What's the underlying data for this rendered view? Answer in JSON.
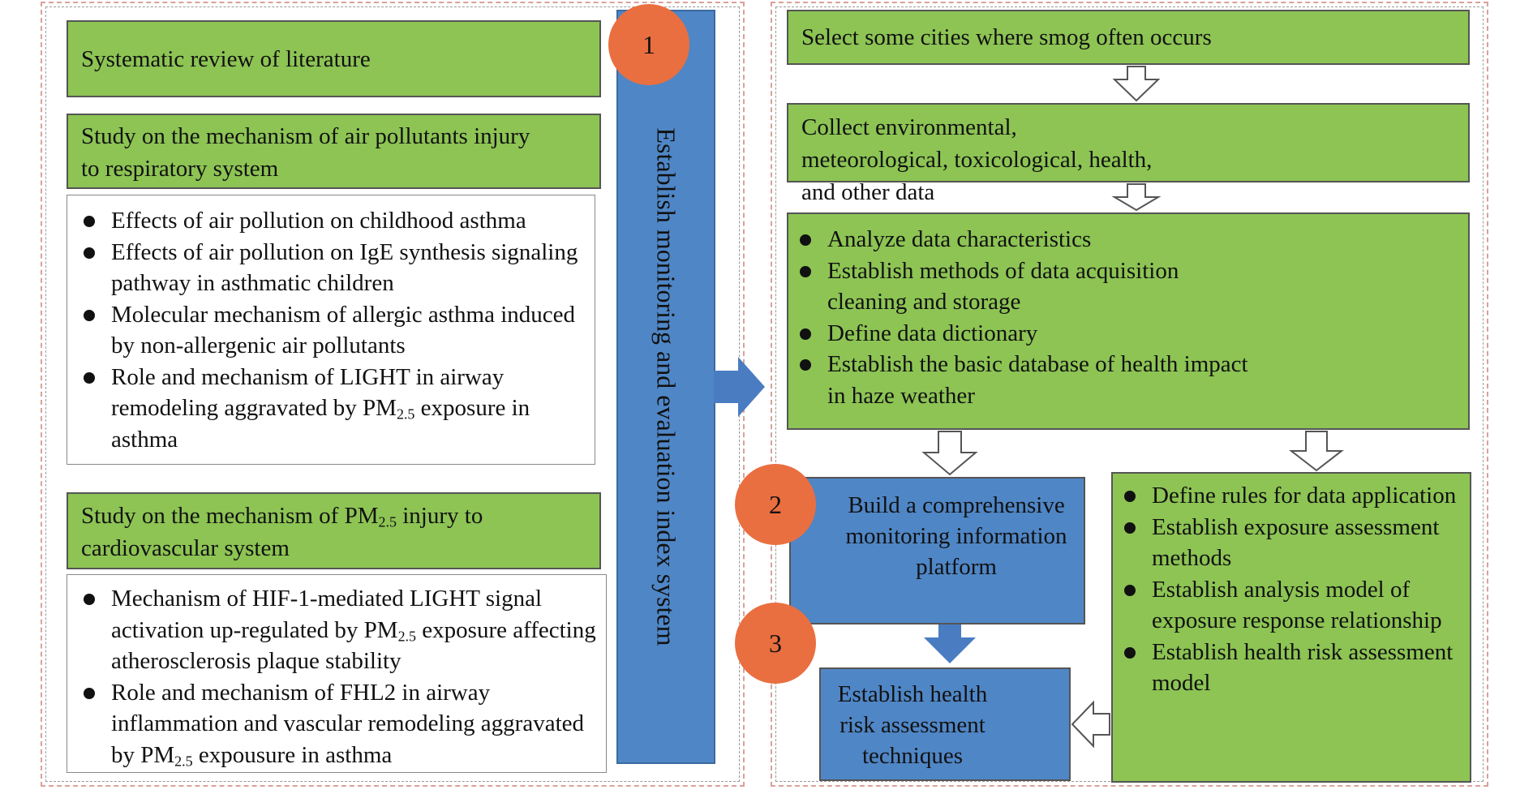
{
  "left_column": {
    "review_title": "Systematic review of literature",
    "respiratory": {
      "title": "Study on the mechanism of air pollutants injury to respiratory system",
      "items": [
        "Effects of air pollution on childhood asthma",
        "Effects of air pollution on IgE synthesis signaling pathway in asthmatic children",
        "Molecular mechanism of allergic asthma induced by non-allergenic air pollutants",
        "Role and mechanism of LIGHT in airway remodeling aggravated by PM2.5 exposure in asthma"
      ]
    },
    "cardio": {
      "title": "Study on the mechanism of PM2.5 injury to cardiovascular system",
      "items": [
        "Mechanism of HIF-1-mediated LIGHT signal activation up-regulated by PM2.5 exposure affecting atherosclerosis plaque stability",
        "Role and mechanism of FHL2 in airway inflammation and vascular remodeling aggravated by PM2.5 expousure in asthma"
      ]
    },
    "vertical_label": "Establish monitoring and evaluation index system",
    "step1": "1"
  },
  "right_column": {
    "select_cities": "Select some cities where smog often occurs",
    "collect_data": "Collect environmental, meteorological, toxicological, health, and other data",
    "data_items": [
      "Analyze data characteristics",
      "Establish methods of data acquisition cleaning and storage",
      "Define data dictionary",
      "Establish the basic database of health impact in haze weather"
    ],
    "platform": "Build a comprehensive monitoring information platform",
    "risk_techniques": "Establish health risk assessment techniques",
    "rules_items": [
      "Define rules for data application",
      "Establish exposure assessment methods",
      "Establish analysis model of exposure response relationship",
      "Establish health risk assessment model"
    ],
    "step2": "2",
    "step3": "3"
  },
  "colors": {
    "green": "#8dc454",
    "blue": "#4f86c6",
    "orange": "#e96f40",
    "arrow_blue": "#4a7cc2"
  }
}
